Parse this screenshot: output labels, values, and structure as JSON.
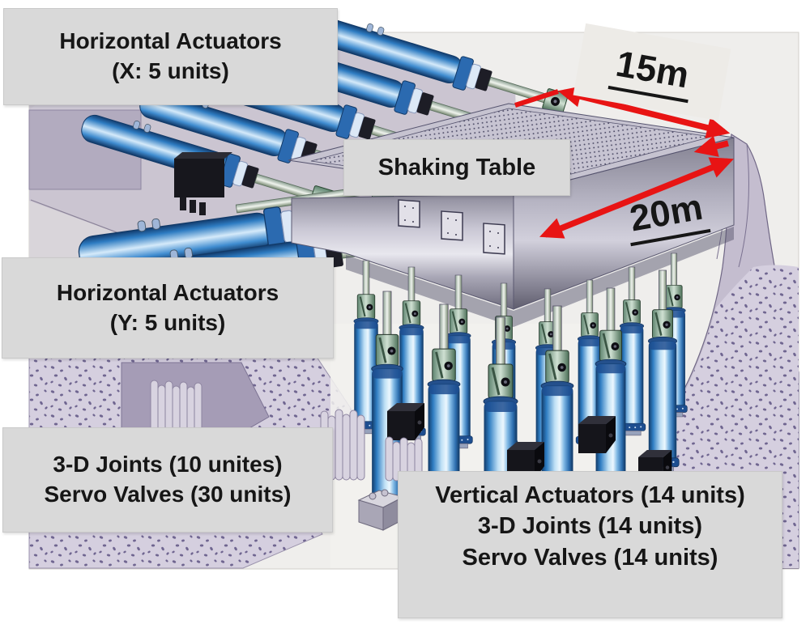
{
  "figure": {
    "callouts": {
      "horizontal_x": {
        "line1": "Horizontal Actuators",
        "line2": "(X: 5 units)"
      },
      "shaking_table": {
        "text": "Shaking Table"
      },
      "horizontal_y": {
        "line1": "Horizontal Actuators",
        "line2": "(Y: 5 units)"
      },
      "joints_servo": {
        "line1": "3-D Joints (10 unites)",
        "line2": "Servo Valves (30 units)"
      },
      "vertical_stack": {
        "line1": "Vertical Actuators (14 units)",
        "line2": "3-D Joints (14 units)",
        "line3": "Servo Valves (14 units)"
      }
    },
    "dimensions": {
      "width": "15m",
      "depth": "20m"
    },
    "colors": {
      "canvas": "#ffffff",
      "illustration_bg": "#efeeec",
      "label_bg": "#d9d9d9",
      "label_border": "#c9c9c9",
      "text": "#161616",
      "arrow": "#e81414",
      "dim_card_bg": "#edebe7",
      "actuator_blue": "#2e7cc2",
      "rod_green": "#9fb4a0",
      "concrete_lavender": "#c4bdcf",
      "table_gray": "#a9a7b6"
    }
  }
}
